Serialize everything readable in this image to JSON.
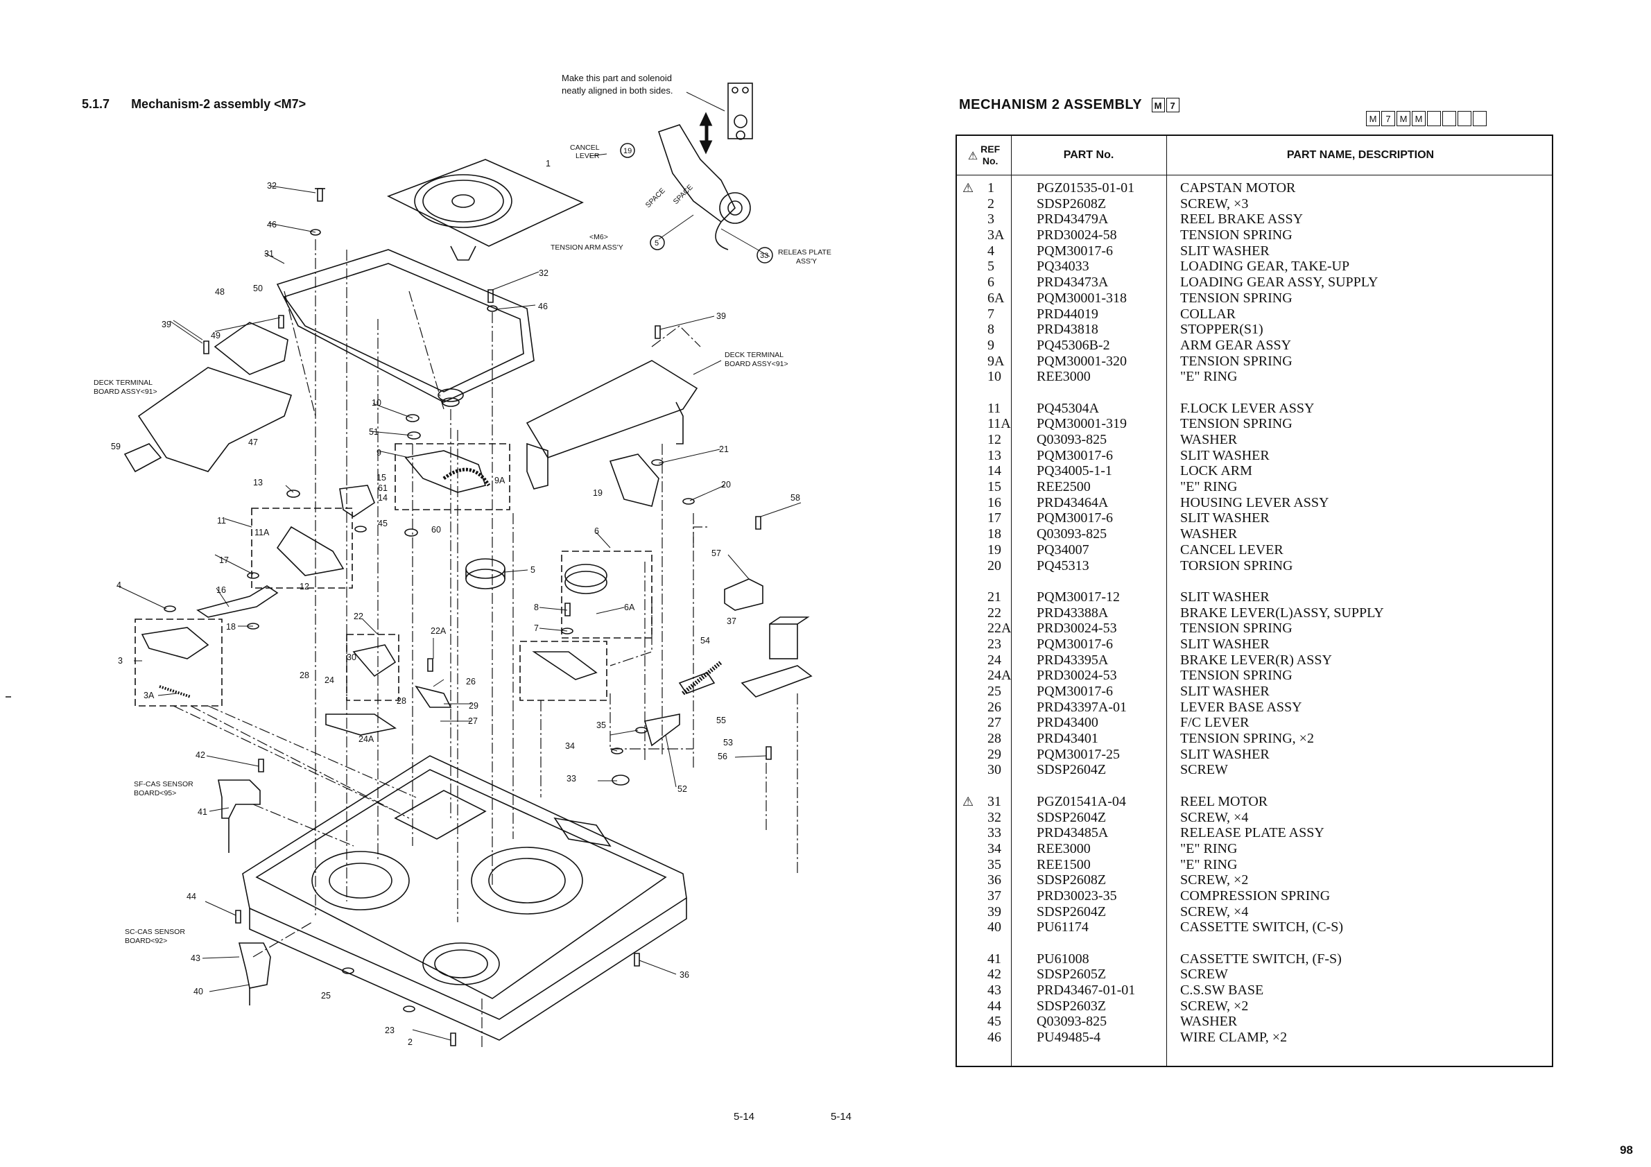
{
  "section": {
    "number": "5.1.7",
    "title": "Mechanism-2 assembly <M7>"
  },
  "note": {
    "line1": "Make this part and solenoid",
    "line2": "neatly aligned in both sides."
  },
  "diagram_labels": {
    "cancel_lever": [
      "CANCEL",
      "LEVER"
    ],
    "tension_arm": [
      "<M6>",
      "TENSION ARM ASS'Y"
    ],
    "releas_plate": [
      "RELEAS PLATE",
      "ASS'Y"
    ],
    "deck_terminal_left": [
      "DECK TERMINAL",
      "BOARD ASSY<91>"
    ],
    "deck_terminal_right": [
      "DECK TERMINAL",
      "BOARD ASSY<91>"
    ],
    "sf_cas": [
      "SF-CAS SENSOR",
      "BOARD<95>"
    ],
    "sc_cas": [
      "SC-CAS SENSOR",
      "BOARD<92>"
    ],
    "space1": "SPACE",
    "space2": "SPACE"
  },
  "callouts": [
    "1",
    "32",
    "46",
    "31",
    "32",
    "46",
    "48",
    "50",
    "39",
    "49",
    "39",
    "10",
    "51",
    "9",
    "9A",
    "21",
    "20",
    "15",
    "61",
    "14",
    "45",
    "60",
    "13",
    "11",
    "11A",
    "12",
    "17",
    "16",
    "18",
    "4",
    "3",
    "3A",
    "59",
    "47",
    "19",
    "58",
    "6",
    "57",
    "5",
    "8",
    "6A",
    "7",
    "22",
    "22A",
    "30",
    "26",
    "29",
    "27",
    "28",
    "28",
    "24",
    "24A",
    "54",
    "37",
    "55",
    "53",
    "56",
    "35",
    "34",
    "33",
    "52",
    "42",
    "41",
    "44",
    "43",
    "40",
    "25",
    "23",
    "2",
    "36",
    "19",
    "5",
    "33"
  ],
  "page_numbers": {
    "left": "5-14",
    "right": "5-14",
    "corner": "98"
  },
  "table_title": "MECHANISM 2 ASSEMBLY",
  "title_code": [
    "M",
    "7"
  ],
  "box_code": [
    "M",
    "7",
    "M",
    "M",
    "",
    "",
    "",
    ""
  ],
  "table_headers": {
    "ref": "REF",
    "ref2": "No.",
    "part": "PART No.",
    "name": "PART NAME, DESCRIPTION",
    "warn": "⚠"
  },
  "rows": [
    {
      "warn": "⚠",
      "ref": "1",
      "part": "PGZ01535-01-01",
      "name": "CAPSTAN MOTOR"
    },
    {
      "ref": "2",
      "part": "SDSP2608Z",
      "name": "SCREW,  ×3"
    },
    {
      "ref": "3",
      "part": "PRD43479A",
      "name": "REEL BRAKE ASSY"
    },
    {
      "ref": "3A",
      "part": "PRD30024-58",
      "name": "TENSION SPRING"
    },
    {
      "ref": "4",
      "part": "PQM30017-6",
      "name": "SLIT WASHER"
    },
    {
      "ref": "5",
      "part": "PQ34033",
      "name": "LOADING GEAR, TAKE-UP"
    },
    {
      "ref": "6",
      "part": "PRD43473A",
      "name": "LOADING GEAR ASSY, SUPPLY"
    },
    {
      "ref": "6A",
      "part": "PQM30001-318",
      "name": "TENSION SPRING"
    },
    {
      "ref": "7",
      "part": "PRD44019",
      "name": "COLLAR"
    },
    {
      "ref": "8",
      "part": "PRD43818",
      "name": "STOPPER(S1)"
    },
    {
      "ref": "9",
      "part": "PQ45306B-2",
      "name": "ARM GEAR ASSY"
    },
    {
      "ref": "9A",
      "part": "PQM30001-320",
      "name": "TENSION SPRING"
    },
    {
      "ref": "10",
      "part": "REE3000",
      "name": "\"E\" RING"
    },
    {
      "gap": true,
      "ref": "11",
      "part": "PQ45304A",
      "name": "F.LOCK LEVER ASSY"
    },
    {
      "ref": "11A",
      "part": "PQM30001-319",
      "name": "TENSION SPRING"
    },
    {
      "ref": "12",
      "part": "Q03093-825",
      "name": "WASHER"
    },
    {
      "ref": "13",
      "part": "PQM30017-6",
      "name": "SLIT WASHER"
    },
    {
      "ref": "14",
      "part": "PQ34005-1-1",
      "name": "LOCK ARM"
    },
    {
      "ref": "15",
      "part": "REE2500",
      "name": "\"E\" RING"
    },
    {
      "ref": "16",
      "part": "PRD43464A",
      "name": "HOUSING LEVER ASSY"
    },
    {
      "ref": "17",
      "part": "PQM30017-6",
      "name": "SLIT WASHER"
    },
    {
      "ref": "18",
      "part": "Q03093-825",
      "name": "WASHER"
    },
    {
      "ref": "19",
      "part": "PQ34007",
      "name": "CANCEL LEVER"
    },
    {
      "ref": "20",
      "part": "PQ45313",
      "name": "TORSION SPRING"
    },
    {
      "gap": true,
      "ref": "21",
      "part": "PQM30017-12",
      "name": "SLIT WASHER"
    },
    {
      "ref": "22",
      "part": "PRD43388A",
      "name": "BRAKE LEVER(L)ASSY, SUPPLY"
    },
    {
      "ref": "22A",
      "part": "PRD30024-53",
      "name": "TENSION SPRING"
    },
    {
      "ref": "23",
      "part": "PQM30017-6",
      "name": "SLIT WASHER"
    },
    {
      "ref": "24",
      "part": "PRD43395A",
      "name": "BRAKE LEVER(R) ASSY"
    },
    {
      "ref": "24A",
      "part": "PRD30024-53",
      "name": "TENSION SPRING"
    },
    {
      "ref": "25",
      "part": "PQM30017-6",
      "name": "SLIT WASHER"
    },
    {
      "ref": "26",
      "part": "PRD43397A-01",
      "name": "LEVER BASE ASSY"
    },
    {
      "ref": "27",
      "part": "PRD43400",
      "name": "F/C LEVER"
    },
    {
      "ref": "28",
      "part": "PRD43401",
      "name": "TENSION SPRING,  ×2"
    },
    {
      "ref": "29",
      "part": "PQM30017-25",
      "name": "SLIT WASHER"
    },
    {
      "ref": "30",
      "part": "SDSP2604Z",
      "name": "SCREW"
    },
    {
      "gap": true,
      "warn": "⚠",
      "ref": "31",
      "part": "PGZ01541A-04",
      "name": "REEL MOTOR"
    },
    {
      "ref": "32",
      "part": "SDSP2604Z",
      "name": "SCREW,  ×4"
    },
    {
      "ref": "33",
      "part": "PRD43485A",
      "name": "RELEASE PLATE ASSY"
    },
    {
      "ref": "34",
      "part": "REE3000",
      "name": "\"E\" RING"
    },
    {
      "ref": "35",
      "part": "REE1500",
      "name": "\"E\" RING"
    },
    {
      "ref": "36",
      "part": "SDSP2608Z",
      "name": "SCREW,  ×2"
    },
    {
      "ref": "37",
      "part": "PRD30023-35",
      "name": "COMPRESSION SPRING"
    },
    {
      "ref": "39",
      "part": "SDSP2604Z",
      "name": "SCREW,  ×4"
    },
    {
      "ref": "40",
      "part": "PU61174",
      "name": "CASSETTE SWITCH, (C-S)"
    },
    {
      "gap": true,
      "ref": "41",
      "part": "PU61008",
      "name": "CASSETTE SWITCH, (F-S)"
    },
    {
      "ref": "42",
      "part": "SDSP2605Z",
      "name": "SCREW"
    },
    {
      "ref": "43",
      "part": "PRD43467-01-01",
      "name": "C.S.SW BASE"
    },
    {
      "ref": "44",
      "part": "SDSP2603Z",
      "name": "SCREW,  ×2"
    },
    {
      "ref": "45",
      "part": "Q03093-825",
      "name": "WASHER"
    },
    {
      "ref": "46",
      "part": "PU49485-4",
      "name": "WIRE CLAMP,  ×2"
    }
  ]
}
